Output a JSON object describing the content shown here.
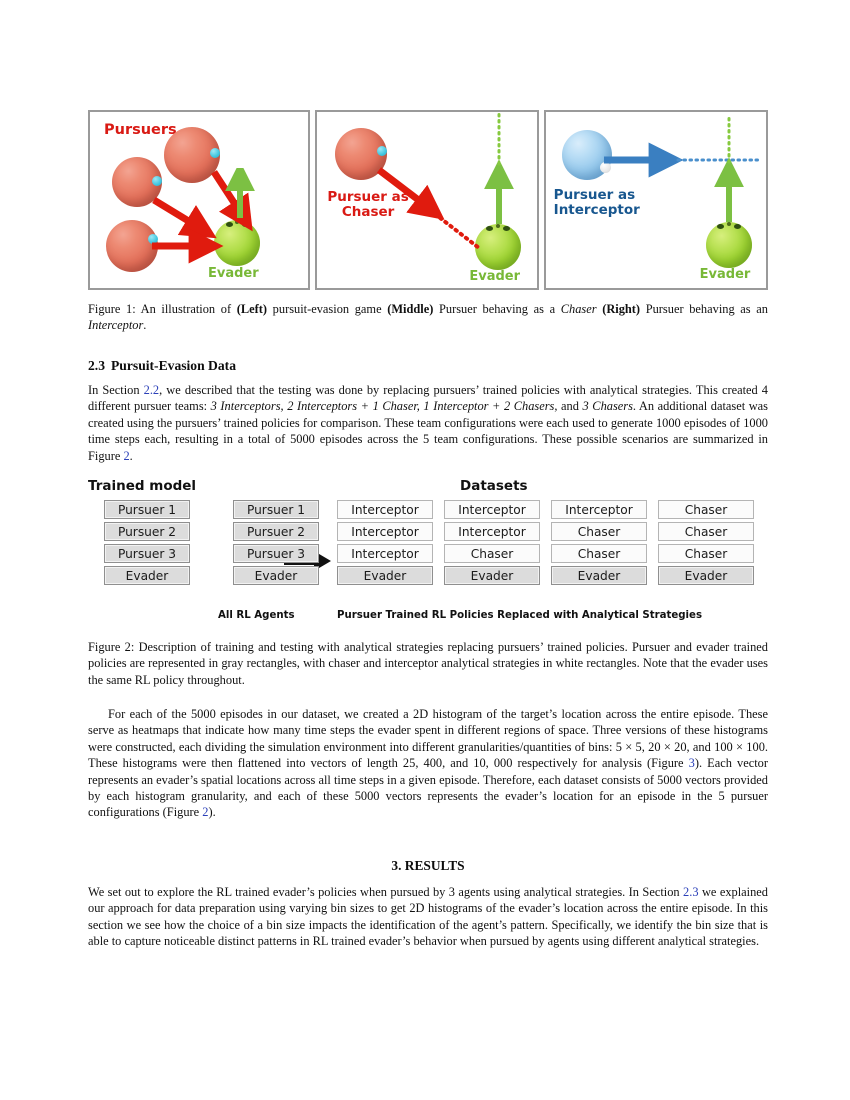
{
  "figure1": {
    "panels": [
      {
        "name": "left-panel",
        "label": "Pursuers",
        "evader_label": "Evader"
      },
      {
        "name": "middle-panel",
        "label": "Pursuer as\nChaser",
        "evader_label": "Evader"
      },
      {
        "name": "right-panel",
        "label": "Pursuer as\nInterceptor",
        "evader_label": "Evader"
      }
    ],
    "colors": {
      "pursuer_red": "#e3705a",
      "evader_green": "#9ed432",
      "interceptor_blue": "#96c9ec",
      "arrow_red": "#e01b0e",
      "arrow_green": "#7cc043",
      "arrow_blue": "#3a7fc1",
      "label_red": "#d91a14",
      "label_green": "#78b837",
      "label_blue": "#18578f",
      "panel_border": "#9a9a9a"
    },
    "caption": {
      "figure_number": "Figure 1:",
      "text_1": " An illustration of ",
      "bold_1": "(Left)",
      "text_2": " pursuit-evasion game ",
      "bold_2": "(Middle)",
      "text_3": " Pursuer behaving as a ",
      "italic_1": "Chaser",
      "bold_3": " (Right)",
      "text_4": " Pursuer behaving as an ",
      "italic_2": "Interceptor",
      "text_5": "."
    }
  },
  "section_2_3": {
    "number": "2.3",
    "title": "Pursuit-Evasion Data",
    "paragraph": {
      "t1": "In Section ",
      "ref1": "2.2",
      "t2": ", we described that the testing was done by replacing pursuers’ trained policies with analytical strategies. This created 4 different pursuer teams: ",
      "i1": "3 Interceptors, 2 Interceptors + 1 Chaser, 1 Interceptor + 2 Chasers",
      "t3": ", and ",
      "i2": "3 Chasers",
      "t4": ". An additional dataset was created using the pursuers’ trained policies for comparison. These team configurations were each used to generate 1000 episodes of 1000 time steps each, resulting in a total of 5000 episodes across the 5 team configurations. These possible scenarios are summarized in Figure ",
      "ref2": "2",
      "t5": "."
    }
  },
  "figure2": {
    "heading_left": "Trained model",
    "heading_right": "Datasets",
    "columns": [
      {
        "name": "trained-model-column",
        "cells": [
          {
            "label": "Pursuer 1",
            "style": "gray"
          },
          {
            "label": "Pursuer 2",
            "style": "gray"
          },
          {
            "label": "Pursuer 3",
            "style": "gray"
          },
          {
            "label": "Evader",
            "style": "gray"
          }
        ]
      },
      {
        "name": "all-rl-agents-column",
        "cells": [
          {
            "label": "Pursuer 1",
            "style": "gray"
          },
          {
            "label": "Pursuer 2",
            "style": "gray"
          },
          {
            "label": "Pursuer 3",
            "style": "gray"
          },
          {
            "label": "Evader",
            "style": "gray"
          }
        ]
      },
      {
        "name": "three-interceptors-column",
        "cells": [
          {
            "label": "Interceptor",
            "style": "white"
          },
          {
            "label": "Interceptor",
            "style": "white"
          },
          {
            "label": "Interceptor",
            "style": "white"
          },
          {
            "label": "Evader",
            "style": "gray"
          }
        ]
      },
      {
        "name": "two-interceptors-one-chaser-column",
        "cells": [
          {
            "label": "Interceptor",
            "style": "white"
          },
          {
            "label": "Interceptor",
            "style": "white"
          },
          {
            "label": "Chaser",
            "style": "white"
          },
          {
            "label": "Evader",
            "style": "gray"
          }
        ]
      },
      {
        "name": "one-interceptor-two-chasers-column",
        "cells": [
          {
            "label": "Interceptor",
            "style": "white"
          },
          {
            "label": "Chaser",
            "style": "white"
          },
          {
            "label": "Chaser",
            "style": "white"
          },
          {
            "label": "Evader",
            "style": "gray"
          }
        ]
      },
      {
        "name": "three-chasers-column",
        "cells": [
          {
            "label": "Chaser",
            "style": "white"
          },
          {
            "label": "Chaser",
            "style": "white"
          },
          {
            "label": "Chaser",
            "style": "white"
          },
          {
            "label": "Evader",
            "style": "gray"
          }
        ]
      }
    ],
    "footer_left": "All RL Agents",
    "footer_right": "Pursuer Trained RL Policies Replaced with Analytical Strategies",
    "caption": {
      "figure_number": "Figure 2:",
      "text": " Description of training and testing with analytical strategies replacing pursuers’ trained policies. Pursuer and evader trained policies are represented in gray rectangles, with chaser and interceptor analytical strategies in white rectangles. Note that the evader uses the same RL policy throughout."
    }
  },
  "body": {
    "paragraph_histogram": {
      "t1": "For each of the 5000 episodes in our dataset, we created a 2D histogram of the target’s location across the entire episode. These serve as heatmaps that indicate how many time steps the evader spent in different regions of space. Three versions of these histograms were constructed, each dividing the simulation environment into different granularities/quantities of bins: 5 × 5, 20 × 20, and 100 × 100. These histograms were then flattened into vectors of length 25, 400, and 10, 000 respectively for analysis (Figure ",
      "ref1": "3",
      "t2": "). Each vector represents an evader’s spatial locations across all time steps in a given episode. Therefore, each dataset consists of 5000 vectors provided by each histogram granularity, and each of these 5000 vectors represents the evader’s location for an episode in the 5 pursuer configurations (Figure ",
      "ref2": "2",
      "t3": ")."
    }
  },
  "section_3": {
    "title": "3. RESULTS",
    "paragraph": {
      "t1": "We set out to explore the RL trained evader’s policies when pursued by 3 agents using analytical strategies. In Section ",
      "ref1": "2.3",
      "t2": " we explained our approach for data preparation using varying bin sizes to get 2D histograms of the evader’s location across the entire episode. In this section we see how the choice of a bin size impacts the identification of the agent’s pattern. Specifically, we identify the bin size that is able to capture noticeable distinct patterns in RL trained evader’s behavior when pursued by agents using different analytical strategies."
    }
  }
}
